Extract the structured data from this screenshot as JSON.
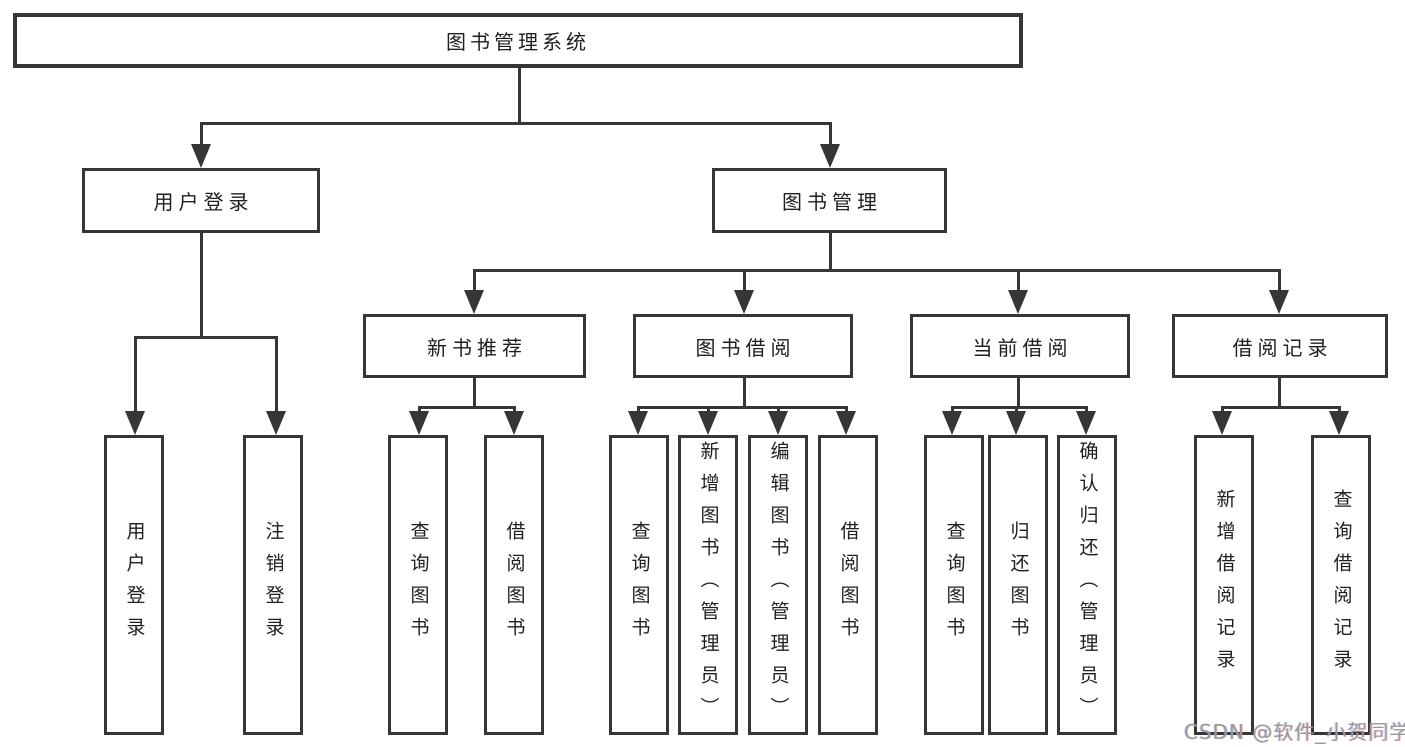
{
  "tree": {
    "root": "图书管理系统",
    "branches": [
      {
        "label": "用户登录",
        "children": [
          "用户登录",
          "注销登录"
        ]
      },
      {
        "label": "图书管理",
        "sections": [
          {
            "label": "新书推荐",
            "children": [
              "查询图书",
              "借阅图书"
            ]
          },
          {
            "label": "图书借阅",
            "children": [
              "查询图书",
              "新增图书（管理员）",
              "编辑图书（管理员）",
              "借阅图书"
            ]
          },
          {
            "label": "当前借阅",
            "children": [
              "查询图书",
              "归还图书",
              "确认归还（管理员）"
            ]
          },
          {
            "label": "借阅记录",
            "children": [
              "新增借阅记录",
              "查询借阅记录"
            ]
          }
        ]
      }
    ]
  },
  "watermark": {
    "text": "CSDN @软件_小贺同学"
  },
  "colors": {
    "line": "#363636",
    "text": "#1f1f1f",
    "background": "#ffffff",
    "watermark": "#9a9a9a"
  }
}
